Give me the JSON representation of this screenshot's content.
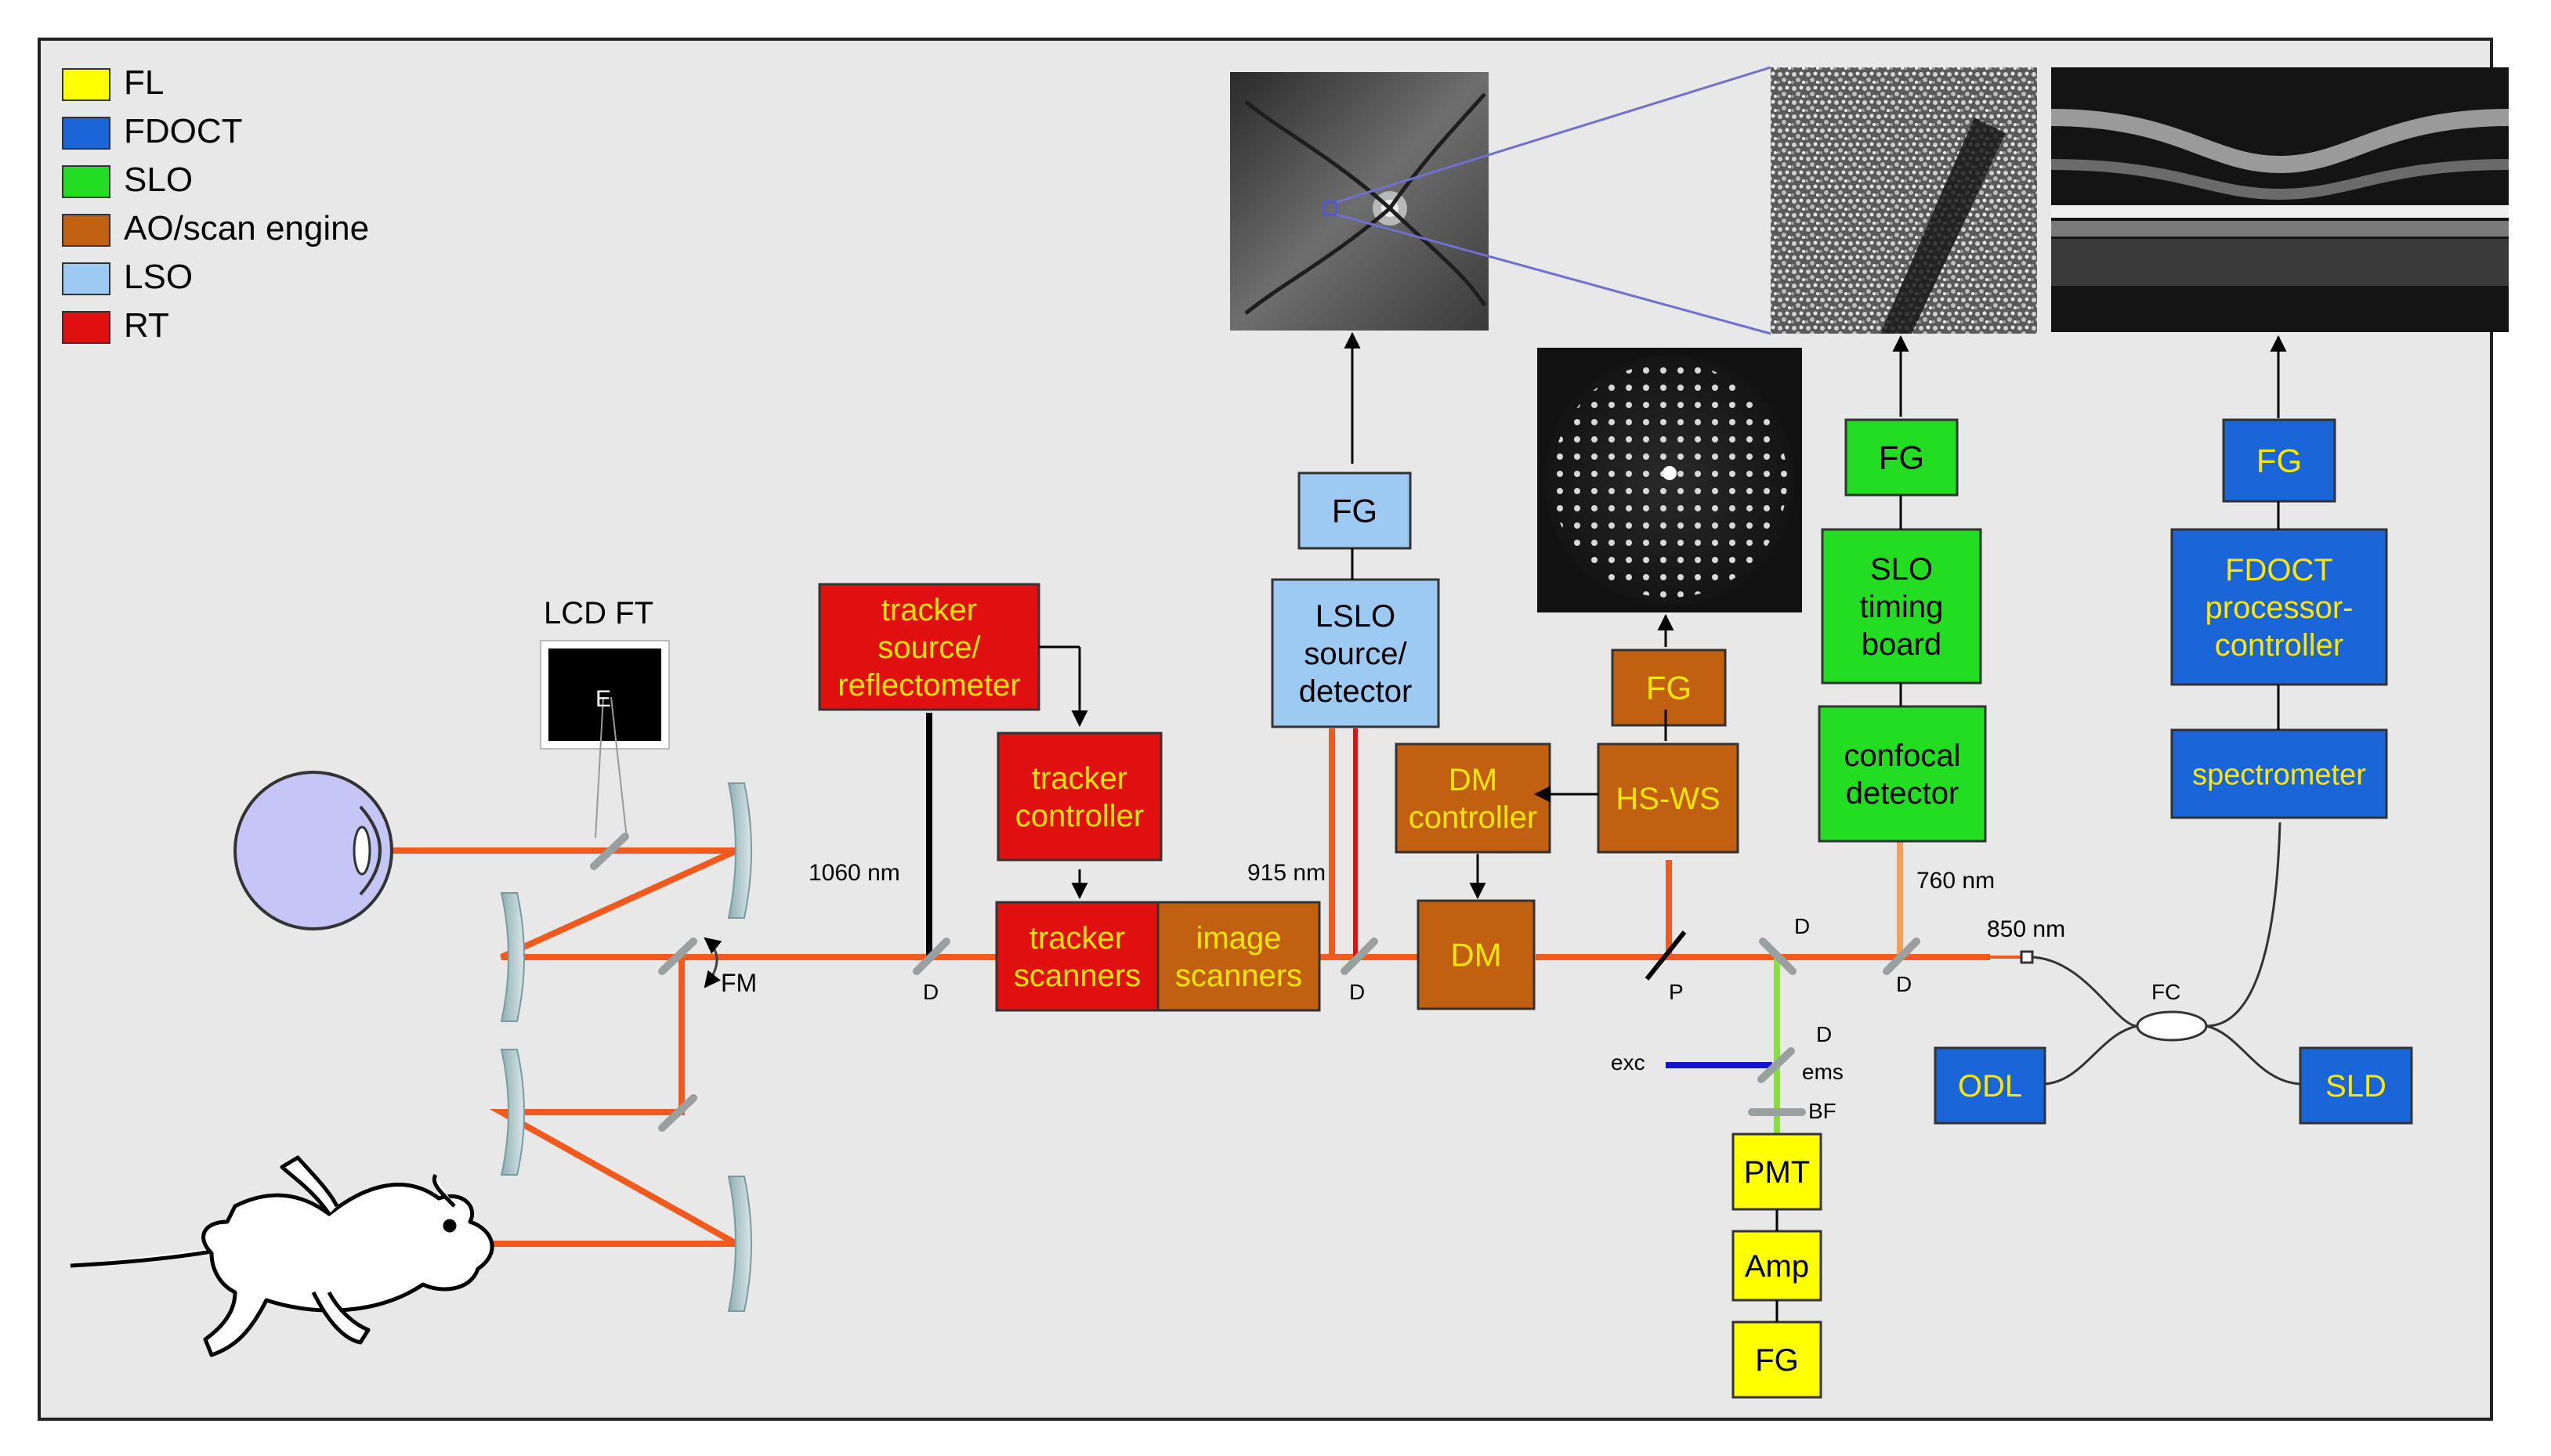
{
  "legend": [
    {
      "label": "FL",
      "color": "#ffff00"
    },
    {
      "label": "FDOCT",
      "color": "#1a66d8"
    },
    {
      "label": "SLO",
      "color": "#22dd22"
    },
    {
      "label": "AO/scan engine",
      "color": "#c06010"
    },
    {
      "label": "LSO",
      "color": "#9ccaf2"
    },
    {
      "label": "RT",
      "color": "#e01010"
    }
  ],
  "colors": {
    "background": "#e8e8e8",
    "beam": "#f05a1e",
    "FL": "#ffff00",
    "FDOCT": "#1a66d8",
    "SLO": "#22dd22",
    "AO": "#c06010",
    "LSO": "#9ccaf2",
    "RT": "#e01010",
    "textOnDark": "#ffe600",
    "textOnLight": "#000000"
  },
  "labels": {
    "lcd": "LCD FT",
    "lcd_letter": "E",
    "fm": "FM",
    "nm1060": "1060 nm",
    "nm915": "915 nm",
    "nm760": "760 nm",
    "nm850": "850 nm",
    "d": "D",
    "p": "P",
    "ems": "ems",
    "exc": "exc",
    "bf": "BF",
    "fc": "FC"
  },
  "boxes": {
    "tracker_source": [
      "tracker",
      "source/",
      "reflectometer"
    ],
    "tracker_controller": [
      "tracker",
      "controller"
    ],
    "tracker_scanners": [
      "tracker",
      "scanners"
    ],
    "image_scanners": [
      "image",
      "scanners"
    ],
    "lslo_fg": [
      "FG"
    ],
    "lslo": [
      "LSLO",
      "source/",
      "detector"
    ],
    "dm_controller": [
      "DM",
      "controller"
    ],
    "dm": [
      "DM"
    ],
    "hsws_fg": [
      "FG"
    ],
    "hsws": [
      "HS-WS"
    ],
    "slo_fg": [
      "FG"
    ],
    "slo_timing": [
      "SLO",
      "timing",
      "board"
    ],
    "confocal": [
      "confocal",
      "detector"
    ],
    "oct_fg": [
      "FG"
    ],
    "fdoct": [
      "FDOCT",
      "processor-",
      "controller"
    ],
    "spectrometer": [
      "spectrometer"
    ],
    "odl": [
      "ODL"
    ],
    "sld": [
      "SLD"
    ],
    "pmt": [
      "PMT"
    ],
    "amp": [
      "Amp"
    ],
    "fl_fg": [
      "FG"
    ]
  }
}
